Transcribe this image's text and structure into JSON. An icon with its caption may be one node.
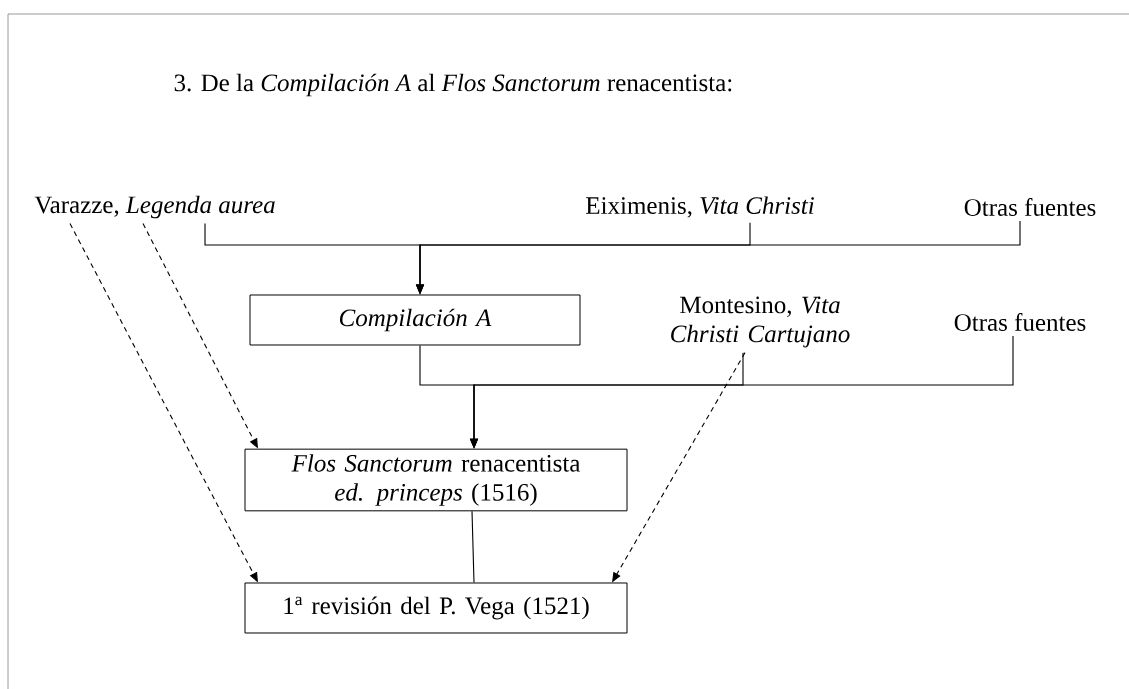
{
  "diagram": {
    "title": "3. De la *Compilación A* al *Flos Sanctorum* renacentista:",
    "nodes": [
      {
        "text": [
          "Varazze, *Legenda aurea*"
        ]
      },
      {
        "text": [
          "Eiximenis, *Vita Christi*"
        ]
      },
      {
        "text": [
          "Otras fuentes"
        ]
      },
      {
        "text": [
          "*Compilación A*"
        ]
      },
      {
        "text": [
          "Montesino, *Vita Christi Cartujano*"
        ]
      },
      {
        "text": [
          "Otras fuentes"
        ]
      },
      {
        "text": [
          "*Flos Sanctorum* renacentista *ed. princeps* (1516)"
        ]
      },
      {
        "text": [
          "1$^{a}$ revisión del P. Vega (1521)"
        ]
      }
    ],
    "edges": [
      {
        "from": 0,
        "to": 3,
        "arrow": "to"
      },
      {
        "from": 1,
        "to": 3,
        "arrow": "to"
      },
      {
        "from": 2,
        "to": 3,
        "arrow": "to"
      },
      {
        "from": 3,
        "to": 6,
        "arrow": "to"
      },
      {
        "from": 4,
        "to": 6,
        "arrow": "to"
      },
      {
        "from": 5,
        "to": 6,
        "arrow": "to"
      },
      {
        "from": 0,
        "to": 6,
        "arrow": "to",
        "style": "dashed"
      },
      {
        "from": 0,
        "to": 7,
        "arrow": "to",
        "style": "dashed"
      },
      {
        "from": 4,
        "to": 7,
        "arrow": "to",
        "style": "dashed"
      },
      {
        "from": 6,
        "to": 7,
        "arrow": "none"
      }
    ]
  }
}
